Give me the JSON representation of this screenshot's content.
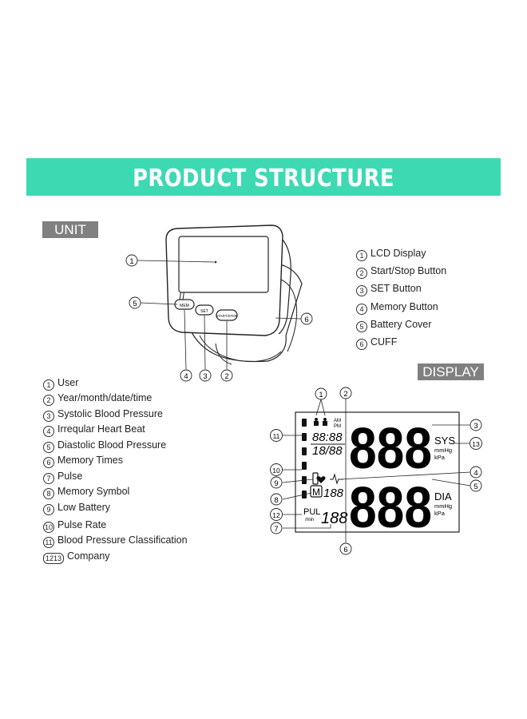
{
  "header": {
    "title": "PRODUCT STRUCTURE",
    "color": "#3dd9b3"
  },
  "unit": {
    "tag": "UNIT",
    "device_button_labels": {
      "mem": "MEM",
      "set": "SET",
      "start": "START/STOP"
    },
    "callouts": [
      "1",
      "2",
      "3",
      "4",
      "5",
      "6"
    ],
    "legend": [
      {
        "num": "1",
        "label": "LCD Display"
      },
      {
        "num": "2",
        "label": "Start/Stop Button"
      },
      {
        "num": "3",
        "label": "SET Button"
      },
      {
        "num": "4",
        "label": "Memory Button"
      },
      {
        "num": "5",
        "label": "Battery Cover"
      },
      {
        "num": "6",
        "label": "CUFF"
      }
    ]
  },
  "display": {
    "tag": "DISPLAY",
    "lcd": {
      "am": "AM",
      "pm": "PM",
      "time": "88:88",
      "date": "18/88",
      "sys_digits": "888",
      "dia_digits": "888",
      "sys": "SYS",
      "dia": "DIA",
      "mmhg": "mmHg",
      "kpa": "kPa",
      "mem_symbol": "M",
      "mem_digits": "188",
      "pul": "PUL",
      "per_min": "/min",
      "pulse_digits": "188"
    },
    "callouts": [
      "1",
      "2",
      "3",
      "13",
      "11",
      "10",
      "4",
      "9",
      "5",
      "8",
      "12",
      "7",
      "6"
    ],
    "legend": [
      {
        "num": "1",
        "label": "User"
      },
      {
        "num": "2",
        "label": "Year/month/date/time"
      },
      {
        "num": "3",
        "label": "Systolic Blood Pressure"
      },
      {
        "num": "4",
        "label": "Irreqular Heart Beat"
      },
      {
        "num": "5",
        "label": "Diastolic Blood Pressure"
      },
      {
        "num": "6",
        "label": "Memory Times"
      },
      {
        "num": "7",
        "label": "Pulse"
      },
      {
        "num": "8",
        "label": "Memory Symbol"
      },
      {
        "num": "9",
        "label": "Low Battery"
      },
      {
        "num": "10",
        "label": "Pulse Rate"
      },
      {
        "num": "11",
        "label": "Blood Pressure Classification"
      },
      {
        "num": "1213",
        "label": "Company"
      }
    ]
  }
}
